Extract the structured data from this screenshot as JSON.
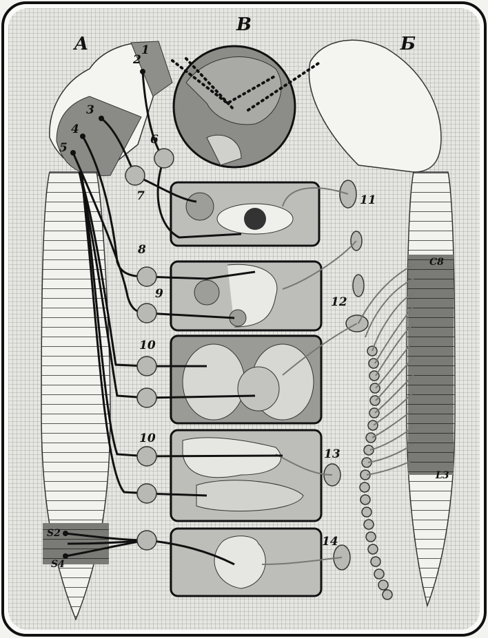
{
  "diagram": {
    "panel_labels": {
      "a": "А",
      "b": "Б",
      "v": "В"
    },
    "numbers": {
      "n1": "1",
      "n2": "2",
      "n3": "3",
      "n4": "4",
      "n5": "5",
      "n6": "6",
      "n7": "7",
      "n8": "8",
      "n9": "9",
      "n10a": "10",
      "n10b": "10",
      "n11": "11",
      "n12": "12",
      "n13": "13",
      "n14": "14"
    },
    "segments": {
      "c8": "C8",
      "l3": "L3",
      "s2": "S2",
      "s4": "S4"
    }
  }
}
